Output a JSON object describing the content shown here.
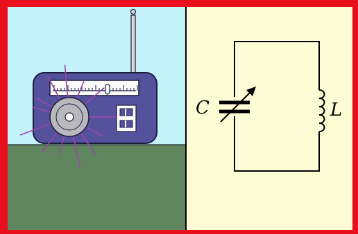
{
  "colors": {
    "border": "#e8101c",
    "sky": "#c4f2fb",
    "ground": "#5e855e",
    "right_panel": "#fefcd4",
    "divider": "#000000",
    "radio_body": "#54529c",
    "radio_outline": "#1b1b3a",
    "dial_window": "#fafafa",
    "speaker": "#b9b9bd",
    "antenna": "#d9d9de",
    "wave_rays": "#9b45a9",
    "wire": "#000000"
  },
  "left_panel": {
    "scene": "radio-receiving-waves",
    "icons": [
      "radio-icon",
      "antenna-icon",
      "speaker-icon",
      "tuning-dial-icon",
      "radio-wave-rays-icon"
    ]
  },
  "circuit": {
    "capacitor_label": "C",
    "inductor_label": "L",
    "capacitor_type": "variable",
    "icons": [
      "variable-capacitor-icon",
      "inductor-coil-icon"
    ]
  }
}
